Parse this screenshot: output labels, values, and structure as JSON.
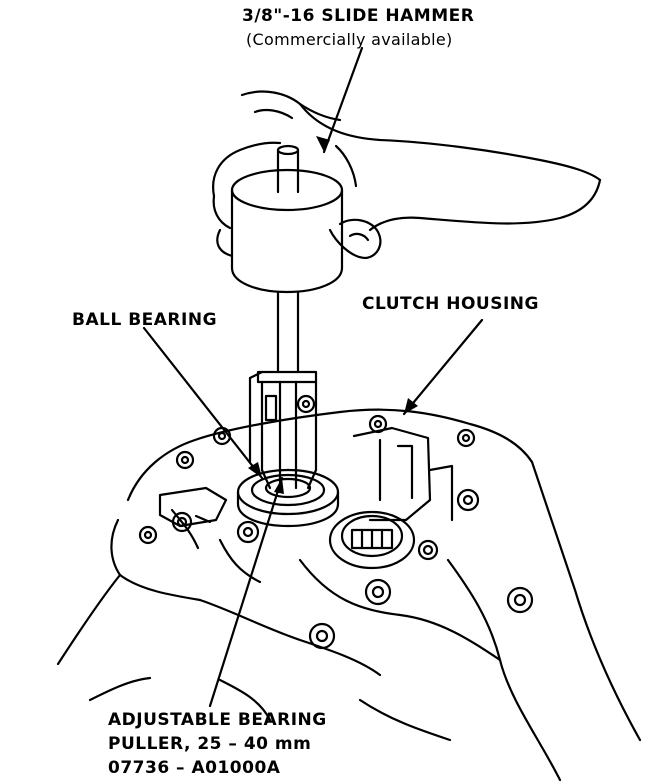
{
  "labels": {
    "slide_hammer_title": "3/8\"-16 SLIDE HAMMER",
    "slide_hammer_note": "(Commercially available)",
    "ball_bearing": "BALL BEARING",
    "clutch_housing": "CLUTCH HOUSING",
    "puller_line1": "ADJUSTABLE BEARING",
    "puller_line2": "PULLER, 25 – 40 mm",
    "puller_line3": "07736 – A01000A"
  },
  "colors": {
    "ink": "#000000",
    "paper": "#ffffff"
  }
}
